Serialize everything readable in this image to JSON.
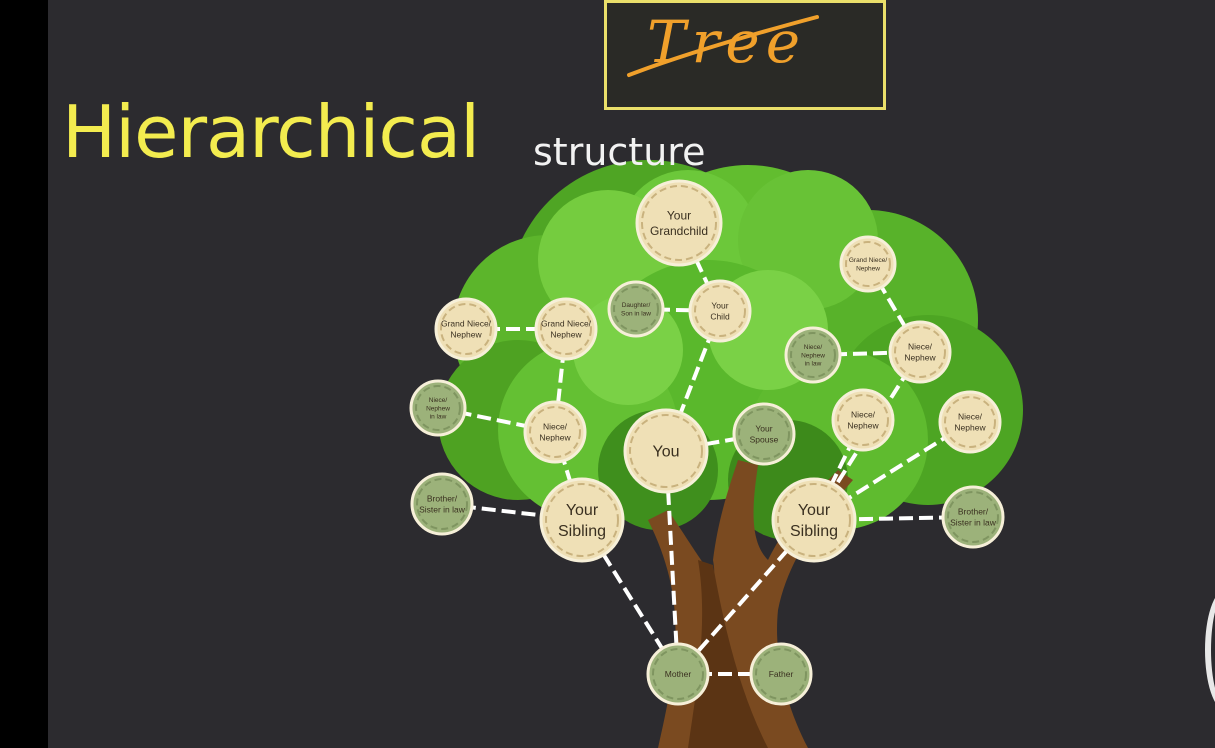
{
  "slide": {
    "title_main": "Hierarchical",
    "title_sub": "structure",
    "boxed_word": "Tree"
  },
  "colors": {
    "background": "#2c2b2f",
    "title_yellow": "#f3ec4f",
    "box_border": "#eadf6a",
    "handwriting_orange": "#f0a02b",
    "leaf_green": "#5fbf2e",
    "trunk_brown": "#7a4a20",
    "node_fill": "#efe0b6",
    "node_fill_green": "#9cb27a"
  },
  "nodes": [
    {
      "id": "grandchild",
      "lines": [
        "Your",
        "Grandchild"
      ],
      "variant": "beige",
      "size": "l"
    },
    {
      "id": "grand-niece-top-right",
      "lines": [
        "Grand Niece/",
        "Nephew"
      ],
      "variant": "beige",
      "size": "s"
    },
    {
      "id": "grand-niece-left-outer",
      "lines": [
        "Grand Niece/",
        "Nephew"
      ],
      "variant": "beige",
      "size": "m"
    },
    {
      "id": "grand-niece-left-inner",
      "lines": [
        "Grand Niece/",
        "Nephew"
      ],
      "variant": "beige",
      "size": "m"
    },
    {
      "id": "daughter-son-in-law",
      "lines": [
        "Daughter/",
        "Son in law"
      ],
      "variant": "green",
      "size": "s"
    },
    {
      "id": "your-child",
      "lines": [
        "Your",
        "Child"
      ],
      "variant": "beige",
      "size": "m"
    },
    {
      "id": "niece-right-green",
      "lines": [
        "Niece/",
        "Nephew",
        "in law"
      ],
      "variant": "green",
      "size": "s"
    },
    {
      "id": "niece-right-upper",
      "lines": [
        "Niece/",
        "Nephew"
      ],
      "variant": "beige",
      "size": "m"
    },
    {
      "id": "niece-left-green",
      "lines": [
        "Niece/",
        "Nephew",
        "in law"
      ],
      "variant": "green",
      "size": "s"
    },
    {
      "id": "niece-left",
      "lines": [
        "Niece/",
        "Nephew"
      ],
      "variant": "beige",
      "size": "m"
    },
    {
      "id": "you",
      "lines": [
        "You"
      ],
      "variant": "beige",
      "size": "xl"
    },
    {
      "id": "your-spouse",
      "lines": [
        "Your",
        "Spouse"
      ],
      "variant": "green",
      "size": "m"
    },
    {
      "id": "niece-right-mid",
      "lines": [
        "Niece/",
        "Nephew"
      ],
      "variant": "beige",
      "size": "m"
    },
    {
      "id": "niece-far-right",
      "lines": [
        "Niece/",
        "Nephew"
      ],
      "variant": "beige",
      "size": "m"
    },
    {
      "id": "brother-sister-left",
      "lines": [
        "Brother/",
        "Sister in law"
      ],
      "variant": "green",
      "size": "m"
    },
    {
      "id": "sibling-left",
      "lines": [
        "Your",
        "Sibling"
      ],
      "variant": "beige",
      "size": "xl"
    },
    {
      "id": "sibling-right",
      "lines": [
        "Your",
        "Sibling"
      ],
      "variant": "beige",
      "size": "xl"
    },
    {
      "id": "brother-sister-right",
      "lines": [
        "Brother/",
        "Sister in law"
      ],
      "variant": "green",
      "size": "m"
    },
    {
      "id": "mother",
      "lines": [
        "Mother"
      ],
      "variant": "green",
      "size": "m"
    },
    {
      "id": "father",
      "lines": [
        "Father"
      ],
      "variant": "green",
      "size": "m"
    }
  ],
  "edges": [
    [
      "grandchild",
      "your-child"
    ],
    [
      "daughter-son-in-law",
      "your-child"
    ],
    [
      "your-child",
      "you"
    ],
    [
      "you",
      "your-spouse"
    ],
    [
      "grand-niece-left-outer",
      "grand-niece-left-inner"
    ],
    [
      "grand-niece-left-inner",
      "niece-left"
    ],
    [
      "niece-left-green",
      "niece-left"
    ],
    [
      "niece-left",
      "sibling-left"
    ],
    [
      "brother-sister-left",
      "sibling-left"
    ],
    [
      "grand-niece-top-right",
      "niece-right-upper"
    ],
    [
      "niece-right-green",
      "niece-right-upper"
    ],
    [
      "niece-right-upper",
      "sibling-right"
    ],
    [
      "niece-right-mid",
      "sibling-right"
    ],
    [
      "niece-far-right",
      "sibling-right"
    ],
    [
      "brother-sister-right",
      "sibling-right"
    ],
    [
      "sibling-left",
      "mother"
    ],
    [
      "you",
      "mother"
    ],
    [
      "sibling-right",
      "mother"
    ],
    [
      "mother",
      "father"
    ]
  ]
}
